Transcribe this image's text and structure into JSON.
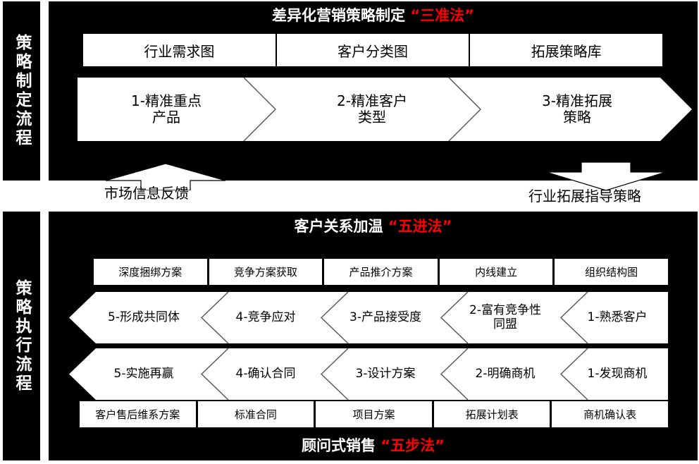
{
  "sides": {
    "top_label": "策略制定流程",
    "bottom_label": "策略执行流程"
  },
  "headings": {
    "top": {
      "main": "差异化营销策略制定 ",
      "accent": "“三准法”"
    },
    "middle": {
      "main": "客户关系加温 ",
      "accent": "“五进法”"
    },
    "bottom": {
      "main": "顾问式销售 ",
      "accent": "“五步法”"
    }
  },
  "top_boxes": [
    "行业需求图",
    "客户分类图",
    "拓展策略库"
  ],
  "top_chevrons": [
    {
      "line1": "1-精准重点",
      "line2": "产品"
    },
    {
      "line1": "2-精准客户",
      "line2": "类型"
    },
    {
      "line1": "3-精准拓展",
      "line2": "策略"
    }
  ],
  "connectors": {
    "up": {
      "caption": "市场信息反馈",
      "icon": "arrow-up-icon"
    },
    "down": {
      "caption": "行业拓展指导策略",
      "icon": "arrow-down-icon"
    }
  },
  "mid_boxes": [
    "深度捆绑方案",
    "竞争方案获取",
    "产品推介方案",
    "内线建立",
    "组织结构图"
  ],
  "mid_chevrons": [
    {
      "line1": "5-形成共同体",
      "line2": ""
    },
    {
      "line1": "4-竞争应对",
      "line2": ""
    },
    {
      "line1": "3-产品接受度",
      "line2": ""
    },
    {
      "line1": "2-富有竞争性",
      "line2": "同盟"
    },
    {
      "line1": "1-熟悉客户",
      "line2": ""
    }
  ],
  "bottom_chevrons": [
    {
      "line1": "5-实施再赢",
      "line2": ""
    },
    {
      "line1": "4-确认合同",
      "line2": ""
    },
    {
      "line1": "3-设计方案",
      "line2": ""
    },
    {
      "line1": "2-明确商机",
      "line2": ""
    },
    {
      "line1": "1-发现商机",
      "line2": ""
    }
  ],
  "bottom_boxes": [
    "客户售后维系方案",
    "标准合同",
    "项目方案",
    "拓展计划表",
    "商机确认表"
  ],
  "colors": {
    "panel_bg": "#000000",
    "box_bg": "#ffffff",
    "accent_red": "#ff0000",
    "text_light": "#ffffff",
    "text_dark": "#000000"
  }
}
